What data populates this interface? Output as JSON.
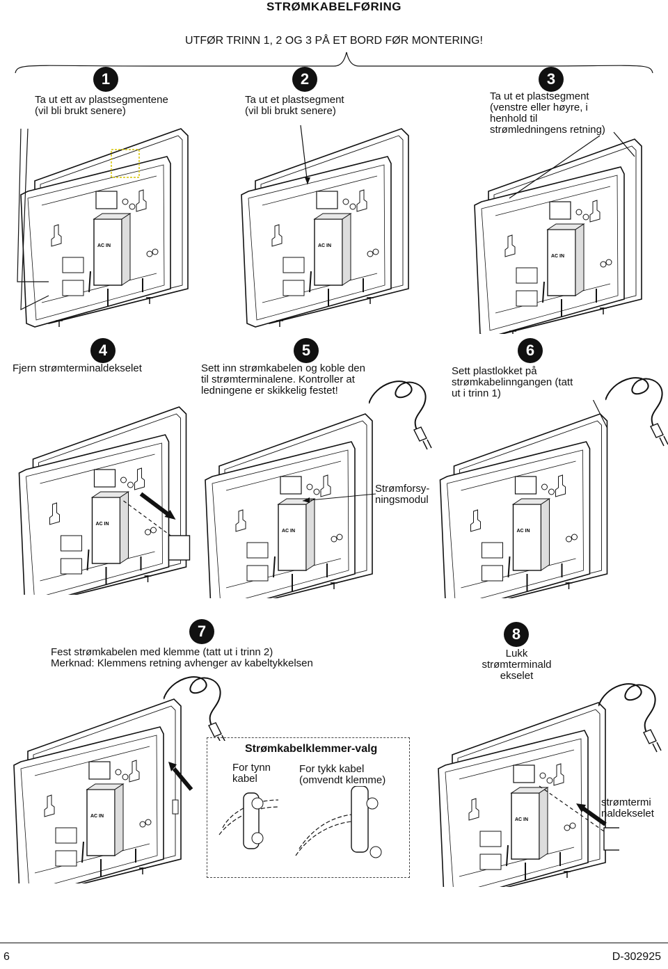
{
  "header": {
    "title": "STRØMKABELFØRING",
    "subtitle": "UTFØR TRINN 1, 2 OG 3 PÅ ET BORD FØR MONTERING!"
  },
  "steps": [
    {
      "number": "1",
      "lines": [
        "Ta ut ett av plastsegmentene",
        "(vil bli brukt senere)"
      ]
    },
    {
      "number": "2",
      "lines": [
        "Ta ut et plastsegment",
        "(vil bli brukt senere)"
      ]
    },
    {
      "number": "3",
      "lines": [
        "Ta ut et plastsegment",
        "(venstre eller høyre, i",
        "henhold til",
        "strømledningens retning)"
      ]
    },
    {
      "number": "4",
      "lines": [
        "Fjern strømterminaldekselet"
      ]
    },
    {
      "number": "5",
      "lines": [
        "Sett inn strømkabelen og koble den",
        "til strømterminalene. Kontroller at",
        "ledningene er skikkelig festet!"
      ]
    },
    {
      "number": "6",
      "lines": [
        "Sett plastlokket på",
        "strømkabelinngangen (tatt",
        "ut i trinn 1)"
      ]
    },
    {
      "number": "7",
      "lines": [
        "Fest strømkabelen med klemme (tatt ut i trinn 2)",
        "Merknad: Klemmens retning avhenger av kabeltykkelsen"
      ]
    },
    {
      "number": "8",
      "lines": [
        "Lukk",
        "strømterminald",
        "ekselet"
      ]
    }
  ],
  "labels": {
    "module": [
      "Strømforsy-",
      "ningsmodul"
    ],
    "terminal_cover": [
      "strømtermi",
      "naldekselet"
    ],
    "ac_in": "AC IN"
  },
  "clamp_box": {
    "title": "Strømkabelklemmer-valg",
    "thin": [
      "For tynn",
      "kabel"
    ],
    "thick": [
      "For tykk kabel",
      "(omvendt klemme)"
    ]
  },
  "footer": {
    "page": "6",
    "doc": "D-302925"
  }
}
